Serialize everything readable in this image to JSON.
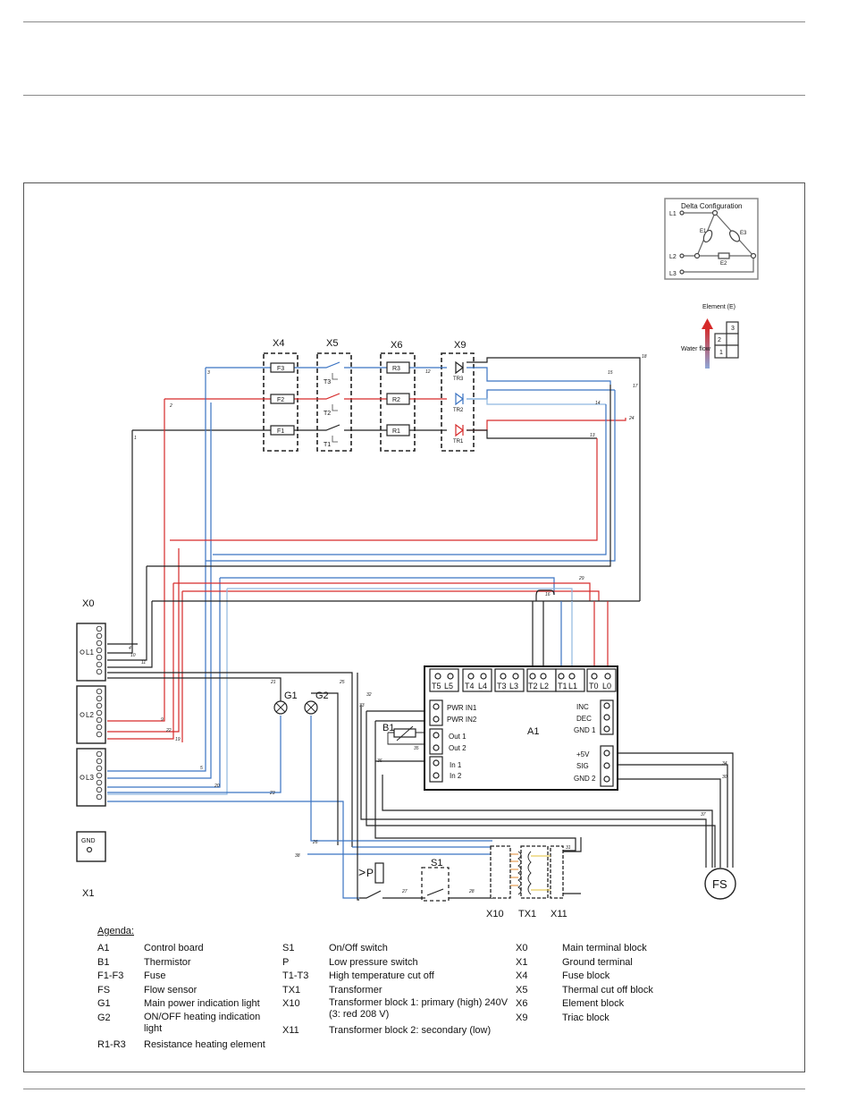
{
  "delta_box": {
    "title": "Delta Configuration",
    "l1": "L1",
    "l2": "L2",
    "l3": "L3",
    "e1": "E1",
    "e2": "E2",
    "e3": "E3"
  },
  "element_box": {
    "title": "Element (E)",
    "water_flow": "Water flow",
    "n1": "1",
    "n2": "2",
    "n3": "3"
  },
  "blocks": {
    "x4": "X4",
    "x5": "X5",
    "x6": "X6",
    "x9": "X9",
    "x0": "X0",
    "x1": "X1",
    "x10": "X10",
    "tx1": "TX1",
    "x11": "X11",
    "a1": "A1",
    "b1": "B1",
    "g1": "G1",
    "g2": "G2",
    "s1": "S1",
    "fs": "FS",
    "gnd": "GND",
    "p": "P"
  },
  "fuses": [
    "F3",
    "F2",
    "F1"
  ],
  "resistors": [
    "R3",
    "R2",
    "R1"
  ],
  "triacs": [
    "TR3",
    "TR2",
    "TR1"
  ],
  "cutoffs": [
    "T3",
    "T2",
    "T1"
  ],
  "a1_terminals": [
    {
      "t": "T5",
      "l": "L5"
    },
    {
      "t": "T4",
      "l": "L4"
    },
    {
      "t": "T3",
      "l": "L3"
    },
    {
      "t": "T2",
      "l": "L2"
    },
    {
      "t": "T1",
      "l": "L1"
    },
    {
      "t": "T0",
      "l": "L0"
    }
  ],
  "a1_ports": {
    "pwr_in1": "PWR IN1",
    "pwr_in2": "PWR IN2",
    "out1": "Out 1",
    "out2": "Out 2",
    "in1": "In 1",
    "in2": "In 2",
    "inc": "INC",
    "dec": "DEC",
    "gnd1": "GND 1",
    "v5": "+5V",
    "sig": "SIG",
    "gnd2": "GND 2"
  },
  "wire_numbers": [
    "1",
    "2",
    "3",
    "4",
    "5",
    "9",
    "10",
    "11",
    "12",
    "13",
    "14",
    "15",
    "16",
    "17",
    "18",
    "19",
    "20",
    "21",
    "22",
    "23",
    "24",
    "25",
    "26",
    "27",
    "28",
    "29",
    "30",
    "31",
    "32",
    "33",
    "34",
    "35",
    "36",
    "37",
    "38"
  ],
  "legend": {
    "title": "Agenda:",
    "col1": [
      {
        "k": "A1",
        "v": "Control board"
      },
      {
        "k": "B1",
        "v": "Thermistor"
      },
      {
        "k": "F1-F3",
        "v": "Fuse"
      },
      {
        "k": "FS",
        "v": "Flow sensor"
      },
      {
        "k": "G1",
        "v": "Main power indication light"
      },
      {
        "k": "G2",
        "v": "ON/OFF heating indication light"
      },
      {
        "k": "R1-R3",
        "v": "Resistance heating element"
      }
    ],
    "col2": [
      {
        "k": "S1",
        "v": "On/Off switch"
      },
      {
        "k": "P",
        "v": "Low pressure switch"
      },
      {
        "k": "T1-T3",
        "v": "High temperature cut off"
      },
      {
        "k": "TX1",
        "v": "Transformer"
      },
      {
        "k": "X10",
        "v": "Transformer block 1: primary (high) 240V (3: red 208  V)"
      },
      {
        "k": "X11",
        "v": "Transformer block 2: secondary (low)"
      }
    ],
    "col3": [
      {
        "k": "X0",
        "v": "Main terminal block"
      },
      {
        "k": "X1",
        "v": "Ground terminal"
      },
      {
        "k": "X4",
        "v": "Fuse block"
      },
      {
        "k": "X5",
        "v": "Thermal cut off block"
      },
      {
        "k": "X6",
        "v": "Element block"
      },
      {
        "k": "X9",
        "v": "Triac block"
      }
    ]
  },
  "colors": {
    "blue": "#3a73c2",
    "lightblue": "#8fb8e0",
    "red": "#d62a2a",
    "black": "#222222",
    "gray": "#7a7a7a",
    "yellow": "#e3c23a",
    "orange": "#e08a30"
  }
}
